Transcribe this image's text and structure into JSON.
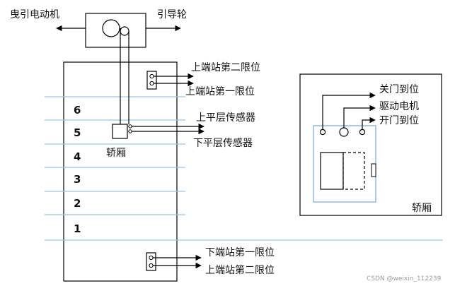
{
  "labels": {
    "traction_motor": "曳引电动机",
    "guide_wheel": "引导轮",
    "upper_terminal_limit_2": "上端站第二限位",
    "upper_terminal_limit_1": "上端站第一限位",
    "upper_leveling_sensor": "上平层传感器",
    "lower_leveling_sensor": "下平层传感器",
    "car": "轿厢",
    "lower_terminal_limit_1": "下端站第一限位",
    "lower_terminal_limit_2": "上端站第二限位",
    "door_closed_position": "关门到位",
    "drive_motor": "驱动电机",
    "door_open_position": "开门到位",
    "car_detail_title": "轿厢"
  },
  "floors": [
    "6",
    "5",
    "4",
    "3",
    "2",
    "1"
  ],
  "watermark": "CSDN @weixin_112239",
  "colors": {
    "line": "#000000",
    "floor_line": "#9dc3e6",
    "car_outline": "#7aa7d6"
  }
}
